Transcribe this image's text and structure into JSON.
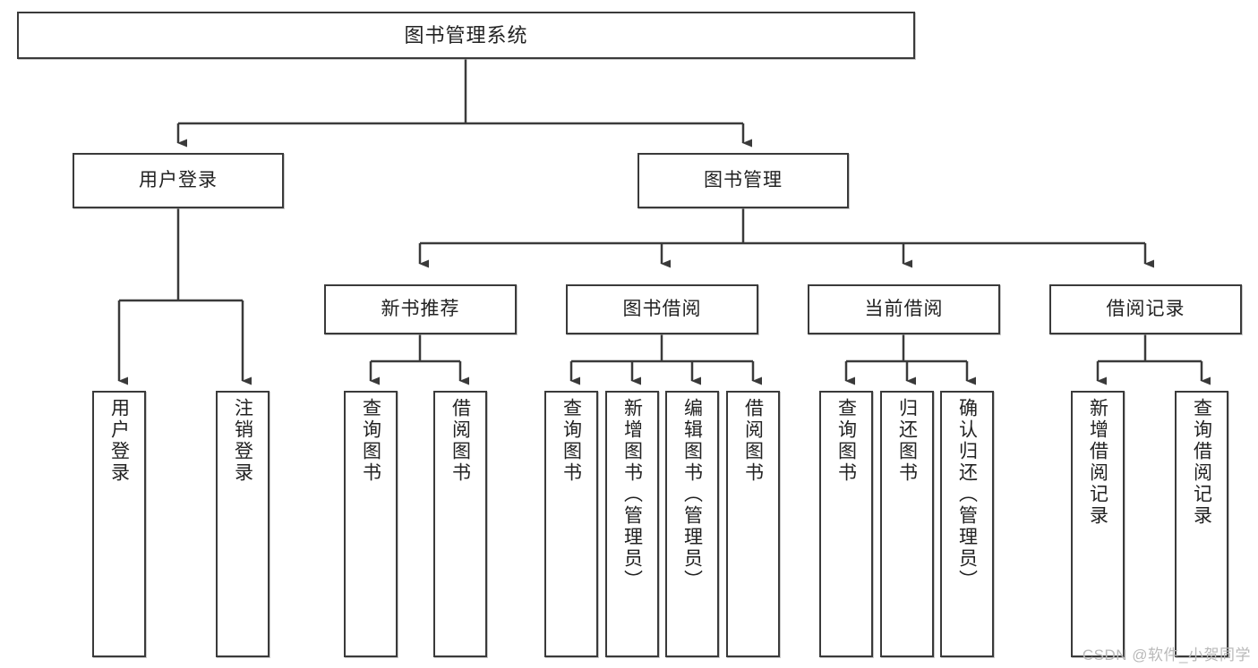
{
  "diagram": {
    "title": "图书管理系统",
    "type": "hierarchy-tree",
    "root": {
      "label": "图书管理系统"
    },
    "level2": [
      {
        "label": "用户登录"
      },
      {
        "label": "图书管理"
      }
    ],
    "level3": [
      {
        "label": "新书推荐"
      },
      {
        "label": "图书借阅"
      },
      {
        "label": "当前借阅"
      },
      {
        "label": "借阅记录"
      }
    ],
    "leaves": {
      "user_login": [
        {
          "label": "用户登录"
        },
        {
          "label": "注销登录"
        }
      ],
      "new_book_recommend": [
        {
          "label": "查询图书"
        },
        {
          "label": "借阅图书"
        }
      ],
      "book_borrow": [
        {
          "label": "查询图书"
        },
        {
          "label": "新增图书（管理员）"
        },
        {
          "label": "编辑图书（管理员）"
        },
        {
          "label": "借阅图书"
        }
      ],
      "current_borrow": [
        {
          "label": "查询图书"
        },
        {
          "label": "归还图书"
        },
        {
          "label": "确认归还（管理员）"
        }
      ],
      "borrow_record": [
        {
          "label": "新增借阅记录"
        },
        {
          "label": "查询借阅记录"
        }
      ]
    }
  },
  "watermark": {
    "text": "CSDN @软件_小贺同学"
  },
  "colors": {
    "border": "#3a3a3a",
    "text": "#222222",
    "background": "#ffffff",
    "watermark": "#b9b9b9"
  }
}
